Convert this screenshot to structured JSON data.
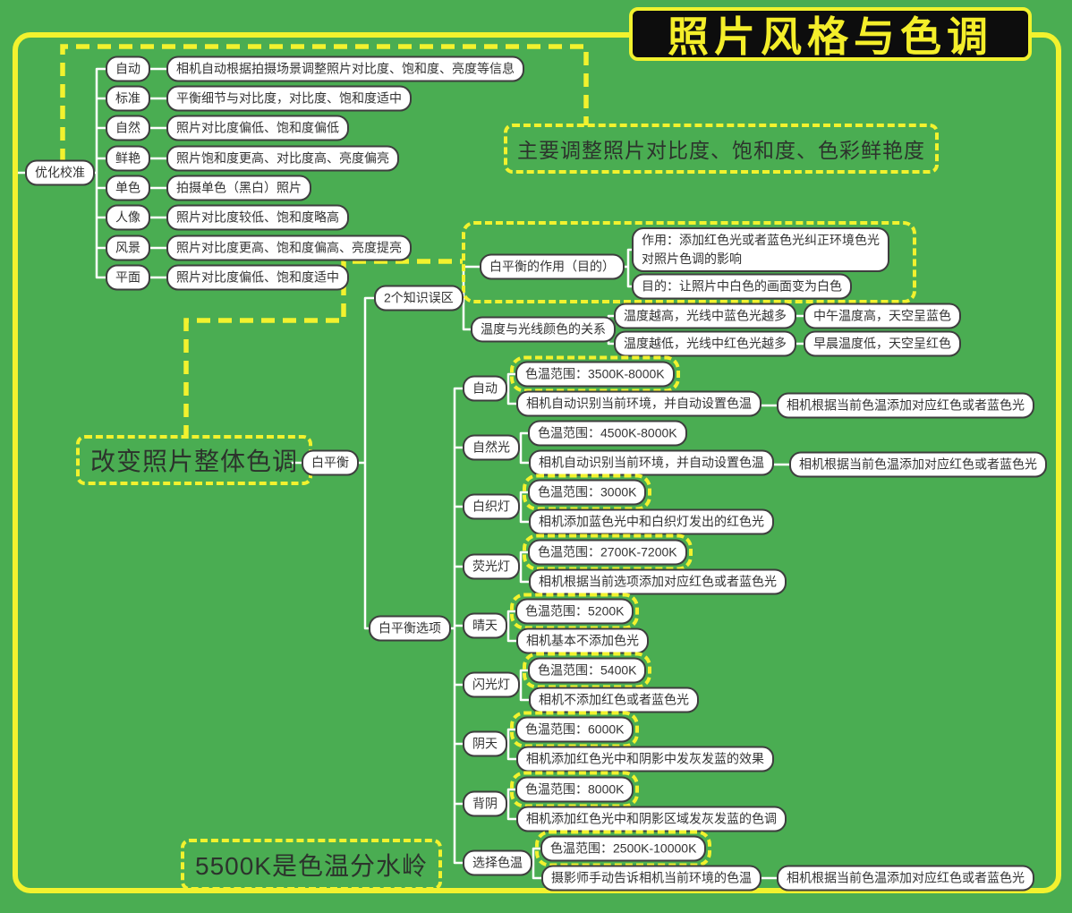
{
  "title": "照片风格与色调",
  "colors": {
    "background_green": "#4aad52",
    "accent_yellow": "#f2f22e",
    "title_bg": "#0d0d0d",
    "title_text": "#f4ee2a",
    "node_border": "#3e3e3e",
    "node_bg": "#ffffff",
    "connector_white": "#ffffff"
  },
  "comments": {
    "main_note": "主要调整照片对比度、饱和度、色彩鲜艳度",
    "wb_note": "改变照片整体色调",
    "kelvin_note": "5500K是色温分水岭"
  },
  "optimization": {
    "label": "优化校准",
    "items": [
      {
        "label": "自动",
        "desc": "相机自动根据拍摄场景调整照片对比度、饱和度、亮度等信息"
      },
      {
        "label": "标准",
        "desc": "平衡细节与对比度，对比度、饱和度适中"
      },
      {
        "label": "自然",
        "desc": "照片对比度偏低、饱和度偏低"
      },
      {
        "label": "鲜艳",
        "desc": "照片饱和度更高、对比度高、亮度偏亮"
      },
      {
        "label": "单色",
        "desc": "拍摄单色（黑白）照片"
      },
      {
        "label": "人像",
        "desc": "照片对比度较低、饱和度略高"
      },
      {
        "label": "风景",
        "desc": "照片对比度更高、饱和度偏高、亮度提亮"
      },
      {
        "label": "平面",
        "desc": "照片对比度偏低、饱和度适中"
      }
    ]
  },
  "white_balance": {
    "label": "白平衡",
    "misconceptions": {
      "label": "2个知识误区",
      "purpose": {
        "label": "白平衡的作用（目的）",
        "effect": "作用：添加红色光或者蓝色光纠正环境色光对照片色调的影响",
        "goal": "目的：让照片中白色的画面变为白色"
      },
      "temperature": {
        "label": "温度与光线颜色的关系",
        "items": [
          {
            "text": "温度越高，光线中蓝色光越多",
            "result": "中午温度高，天空呈蓝色"
          },
          {
            "text": "温度越低，光线中红色光越多",
            "result": "早晨温度低，天空呈红色"
          }
        ]
      }
    },
    "options": {
      "label": "白平衡选项",
      "items": [
        {
          "label": "自动",
          "kelvin": "色温范围：3500K-8000K",
          "highlight": true,
          "desc": "相机自动识别当前环境，并自动设置色温",
          "extra": "相机根据当前色温添加对应红色或者蓝色光"
        },
        {
          "label": "自然光",
          "kelvin": "色温范围：4500K-8000K",
          "highlight": false,
          "desc": "相机自动识别当前环境，并自动设置色温",
          "extra": "相机根据当前色温添加对应红色或者蓝色光"
        },
        {
          "label": "白织灯",
          "kelvin": "色温范围：3000K",
          "highlight": true,
          "desc": "相机添加蓝色光中和白织灯发出的红色光"
        },
        {
          "label": "荧光灯",
          "kelvin": "色温范围：2700K-7200K",
          "highlight": true,
          "desc": "相机根据当前选项添加对应红色或者蓝色光"
        },
        {
          "label": "晴天",
          "kelvin": "色温范围：5200K",
          "highlight": true,
          "desc": "相机基本不添加色光"
        },
        {
          "label": "闪光灯",
          "kelvin": "色温范围：5400K",
          "highlight": true,
          "desc": "相机不添加红色或者蓝色光"
        },
        {
          "label": "阴天",
          "kelvin": "色温范围：6000K",
          "highlight": true,
          "desc": "相机添加红色光中和阴影中发灰发蓝的效果"
        },
        {
          "label": "背阴",
          "kelvin": "色温范围：8000K",
          "highlight": true,
          "desc": "相机添加红色光中和阴影区域发灰发蓝的色调"
        },
        {
          "label": "选择色温",
          "kelvin": "色温范围：2500K-10000K",
          "highlight": true,
          "desc": "摄影师手动告诉相机当前环境的色温",
          "extra": "相机根据当前色温添加对应红色或者蓝色光"
        }
      ]
    }
  }
}
